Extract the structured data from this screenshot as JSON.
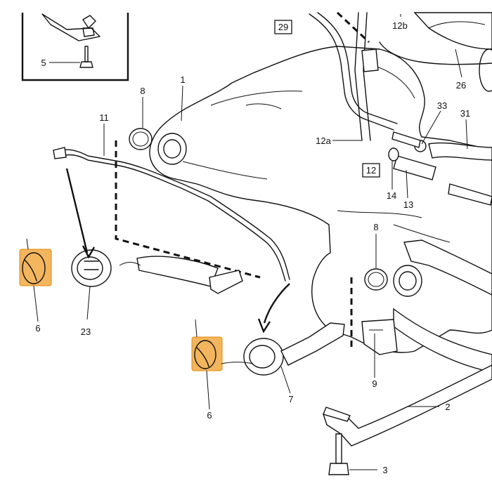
{
  "diagram": {
    "callouts": {
      "c1": "1",
      "c2": "2",
      "c3": "3",
      "c5": "5",
      "c6a": "6",
      "c6b": "6",
      "c7": "7",
      "c8a": "8",
      "c8b": "8",
      "c9": "9",
      "c11": "11",
      "c12a": "12a",
      "c12b": "12b",
      "c13": "13",
      "c14": "14",
      "c23": "23",
      "c26": "26",
      "c31": "31",
      "c33": "33"
    },
    "boxed_refs": {
      "r29": "29",
      "r12": "12"
    },
    "highlight_color": "#f0a030"
  }
}
